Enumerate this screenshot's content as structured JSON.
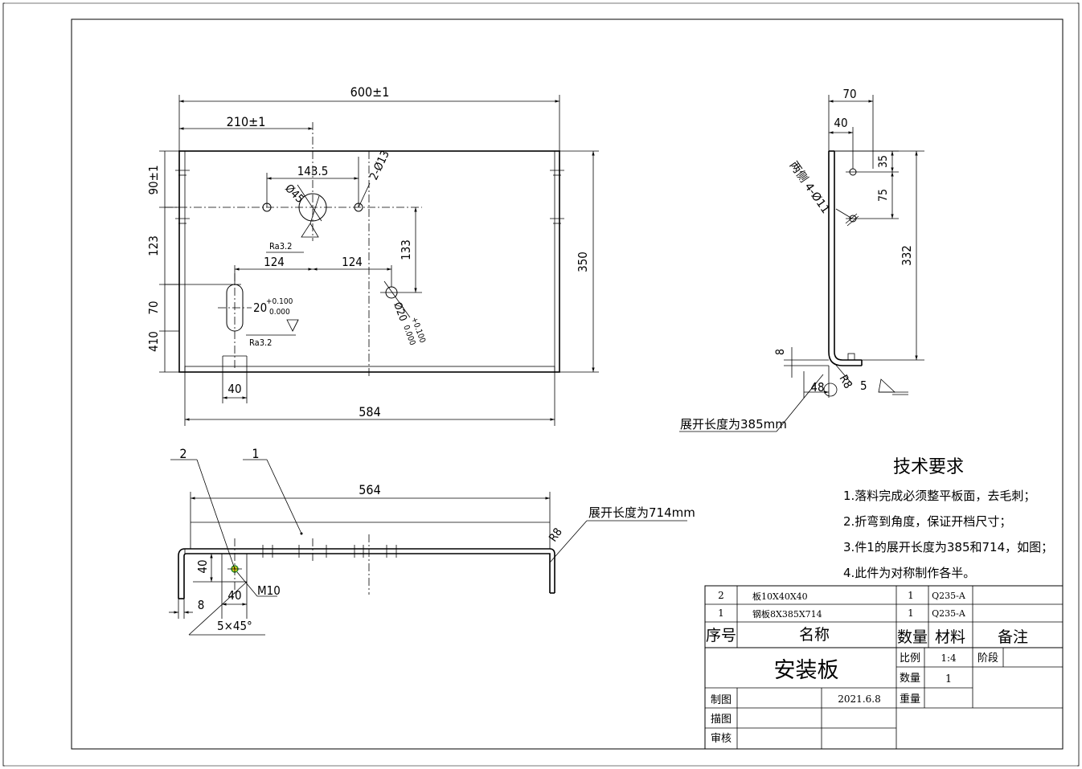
{
  "dims": {
    "width_total": "600±1",
    "x_hole": "210±1",
    "hole_spacing": "143.5",
    "holes_2": "2-Ø13",
    "big_hole": "Ø45",
    "ra1": "Ra3.2",
    "top_offset": "90±1",
    "v123": "123",
    "v70": "70",
    "v410": "410",
    "h124a": "124",
    "h124b": "124",
    "v133": "133",
    "height_total": "350",
    "slot_w": "20",
    "slot_tol_up": "+0.100",
    "slot_tol_dn": "0.000",
    "ra2": "Ra3.2",
    "small_hole": "Ø20",
    "small_tol_up": "+0.100",
    "small_tol_dn": "0.000",
    "base_40": "40",
    "base_584": "584",
    "side_70": "70",
    "side_40": "40",
    "side_holes": "两侧 4-Ø11",
    "side_35": "35",
    "side_75": "75",
    "side_332": "332",
    "side_8": "8",
    "side_48": "48",
    "side_r8": "R8",
    "side_5": "5",
    "side_unfold": "展开长度为385mm",
    "bot_564": "564",
    "bot_unfold": "展开长度为714mm",
    "bot_r8": "R8",
    "bot_40v": "40",
    "bot_m10": "M10",
    "bot_8": "8",
    "bot_40h": "40",
    "bot_chamfer": "5×45°",
    "part_2": "2",
    "part_1": "1"
  },
  "tech": {
    "title": "技术要求",
    "items": [
      "1.落料完成必须整平板面，去毛刺；",
      "2.折弯到角度，保证开档尺寸；",
      "3.件1的展开长度为385和714，如图；",
      "4.此件为对称制作各半。"
    ]
  },
  "bom": {
    "rows": [
      {
        "no": "2",
        "name": "板10X40X40",
        "qty": "1",
        "material": "Q235-A"
      },
      {
        "no": "1",
        "name": "钢板8X385X714",
        "qty": "1",
        "material": "Q235-A"
      }
    ],
    "headers": {
      "no": "序号",
      "name": "名称",
      "qty": "数量",
      "material": "材料",
      "remark": "备注"
    }
  },
  "title_block": {
    "part_name": "安装板",
    "scale_label": "比例",
    "scale_value": "1:4",
    "stage_label": "阶段",
    "qty_label": "数量",
    "qty_value": "1",
    "weight_label": "重量",
    "draw_label": "制图",
    "draw_date": "2021.6.8",
    "trace_label": "描图",
    "check_label": "审核"
  }
}
